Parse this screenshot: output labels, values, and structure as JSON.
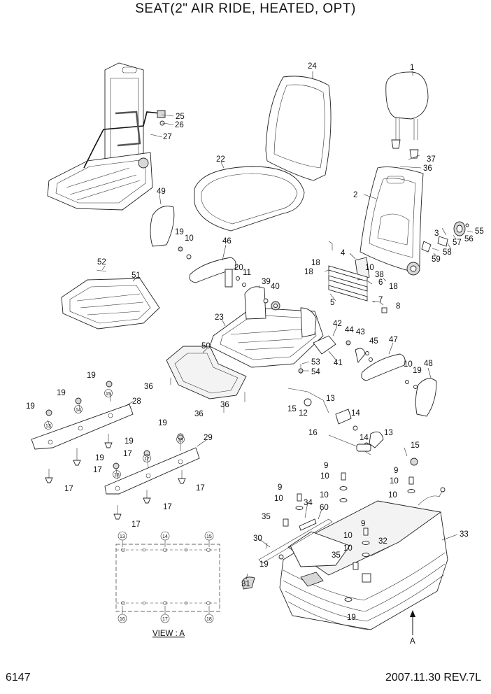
{
  "title": "SEAT(2\" AIR RIDE, HEATED, OPT)",
  "page_number": "6147",
  "revision": "2007.11.30  REV.7L",
  "view_label": "VIEW : A",
  "arrow_label": "A",
  "view_numbers": {
    "top": [
      "13",
      "14",
      "15"
    ],
    "bottom": [
      "16",
      "17",
      "18"
    ]
  },
  "callouts": [
    "1",
    "2",
    "3",
    "4",
    "5",
    "6",
    "7",
    "8",
    "9",
    "10",
    "11",
    "12",
    "13",
    "14",
    "15",
    "16",
    "17",
    "18",
    "19",
    "20",
    "22",
    "23",
    "24",
    "25",
    "26",
    "27",
    "28",
    "29",
    "30",
    "31",
    "32",
    "33",
    "34",
    "35",
    "36",
    "37",
    "38",
    "39",
    "40",
    "41",
    "42",
    "43",
    "44",
    "45",
    "46",
    "47",
    "48",
    "49",
    "50",
    "51",
    "52",
    "53",
    "54",
    "55",
    "56",
    "57",
    "58",
    "59",
    "60"
  ]
}
